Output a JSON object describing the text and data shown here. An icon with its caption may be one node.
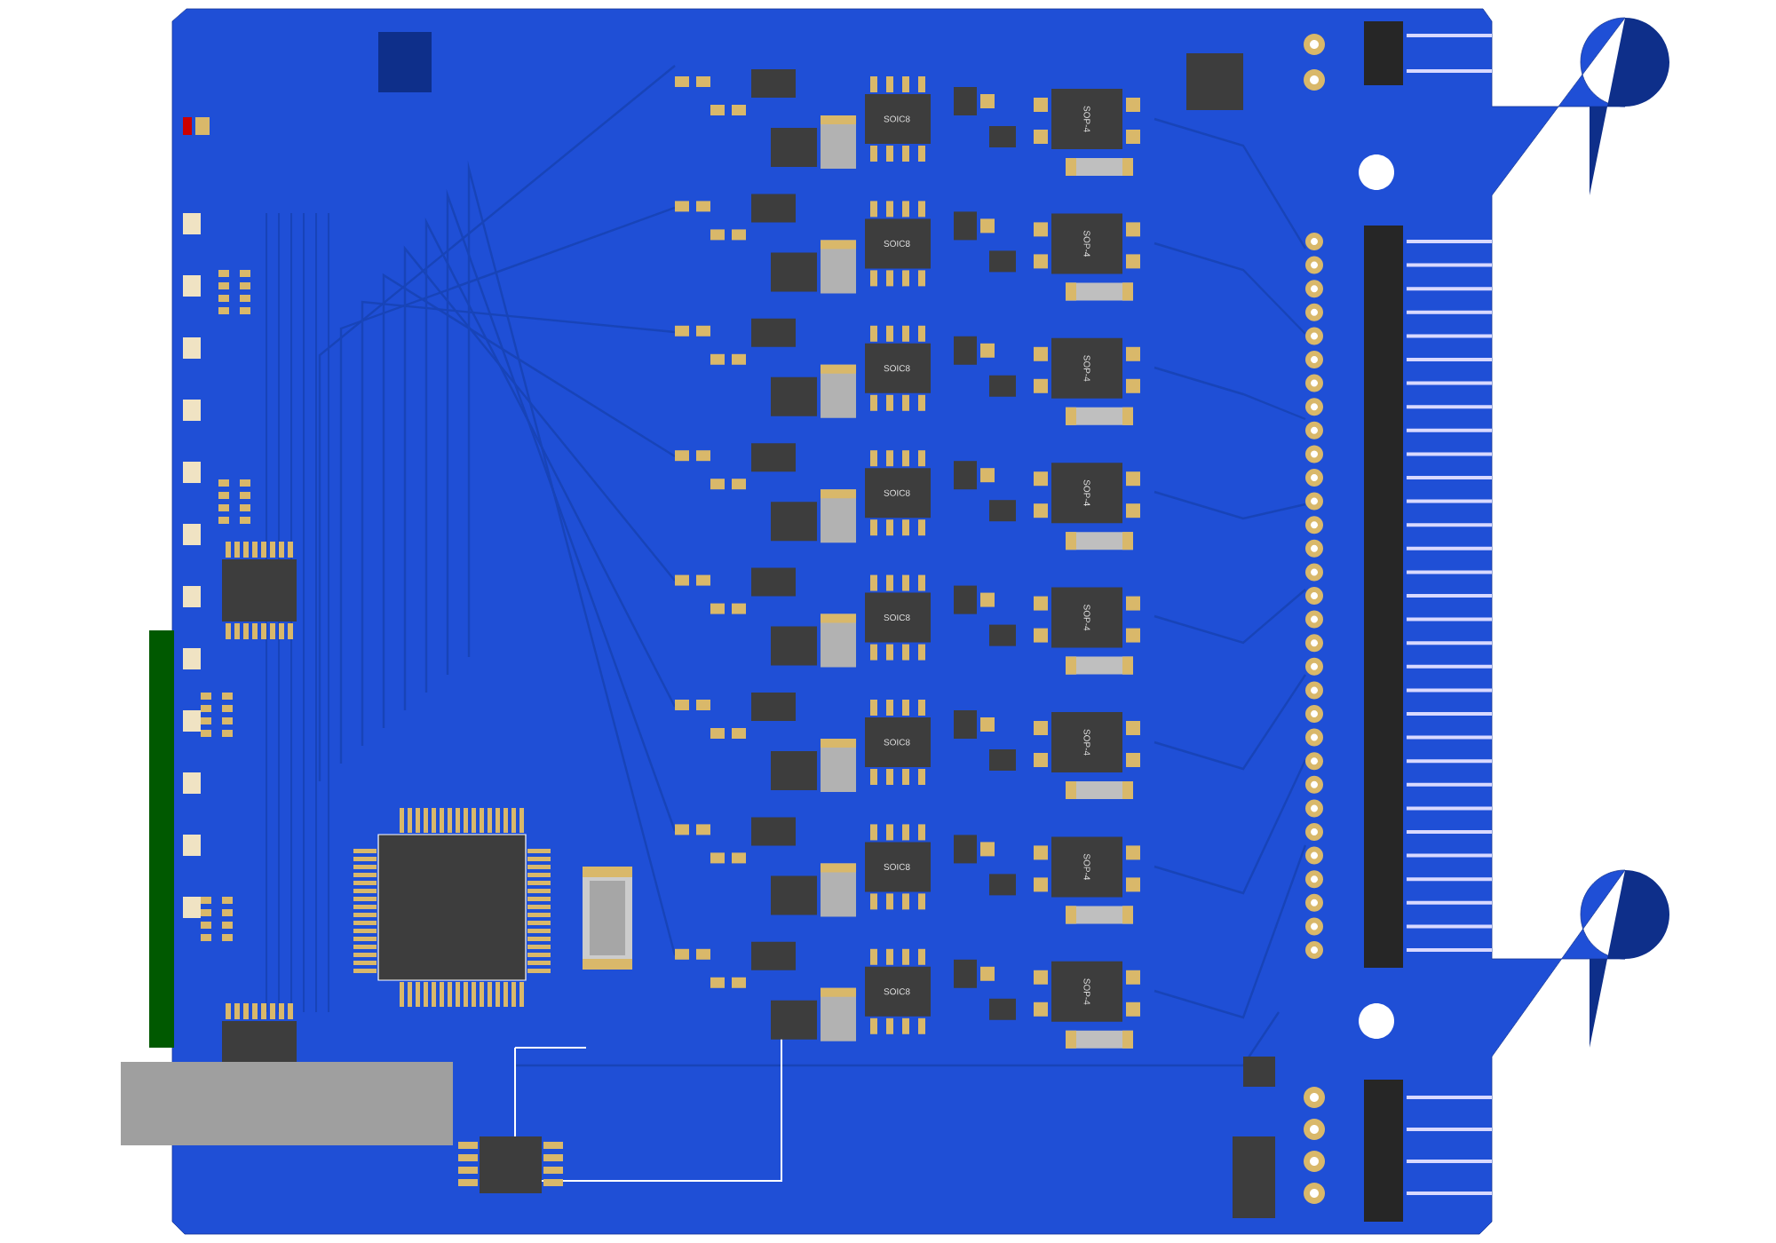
{
  "diagram": {
    "labels": [
      "SOIC8",
      "SOP-4",
      "SOIC8",
      "SOP-4",
      "SOIC8",
      "SOP-4",
      "SOIC8",
      "SOP-4",
      "SOIC8",
      "SOP-4",
      "SOIC8",
      "SOP-4",
      "SOIC8",
      "SOP-4",
      "SOIC8",
      "SOP-4"
    ]
  }
}
